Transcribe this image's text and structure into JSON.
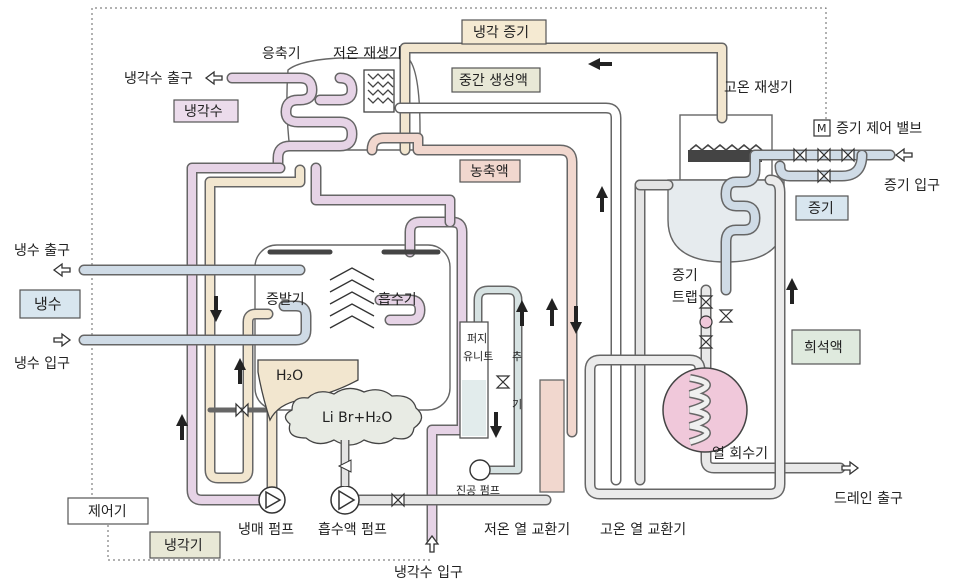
{
  "colors": {
    "cooling_water": "#e6d3e6",
    "refrigerant_steam": "#f2e6cf",
    "chilled_water": "#cfdbe6",
    "steam": "#cfdbe6",
    "concentrated": "#f1d7ce",
    "intermediate": "#e8e8d6",
    "dilute": "#d6e2e2",
    "shell": "#ffffff",
    "heat_recovery": "#f0c8da",
    "label_pink": "#ecdcec",
    "label_blue": "#d8e6ef",
    "label_beige": "#f5ead2",
    "label_green": "#dfeade"
  },
  "labels": {
    "condenser": "응축기",
    "low_temp_regenerator": "저온 재생기",
    "refrigerant_vapor": "냉각 증기",
    "intermediate_solution": "중간 생성액",
    "high_temp_regenerator": "고온 재생기",
    "steam_control_valve_m": "M",
    "steam_control_valve": "증기 제어 밸브",
    "steam_inlet": "증기 입구",
    "steam": "증기",
    "cooling_water_outlet": "냉각수 출구",
    "cooling_water": "냉각수",
    "concentrated_solution": "농축액",
    "chilled_water_outlet": "냉수 출구",
    "chilled_water": "냉수",
    "chilled_water_inlet": "냉수 입구",
    "evaporator": "증발기",
    "absorber": "흡수기",
    "h2o": "H₂O",
    "libr": "Li Br+H₂O",
    "purge_line1": "퍼지",
    "purge_line2": "유니트",
    "extract": "추",
    "extract2": "기",
    "steam_trap_line1": "증기",
    "steam_trap_line2": "트랩",
    "dilute_solution": "희석액",
    "heat_recovery": "열 회수기",
    "drain_outlet": "드레인 출구",
    "vacuum_pump": "진공 펌프",
    "controller": "제어기",
    "cooler": "냉각기",
    "refrigerant_pump": "냉매 펌프",
    "absorbent_pump": "흡수액 펌프",
    "low_temp_hx": "저온 열 교환기",
    "high_temp_hx": "고온 열 교환기",
    "cooling_water_inlet": "냉각수 입구"
  }
}
